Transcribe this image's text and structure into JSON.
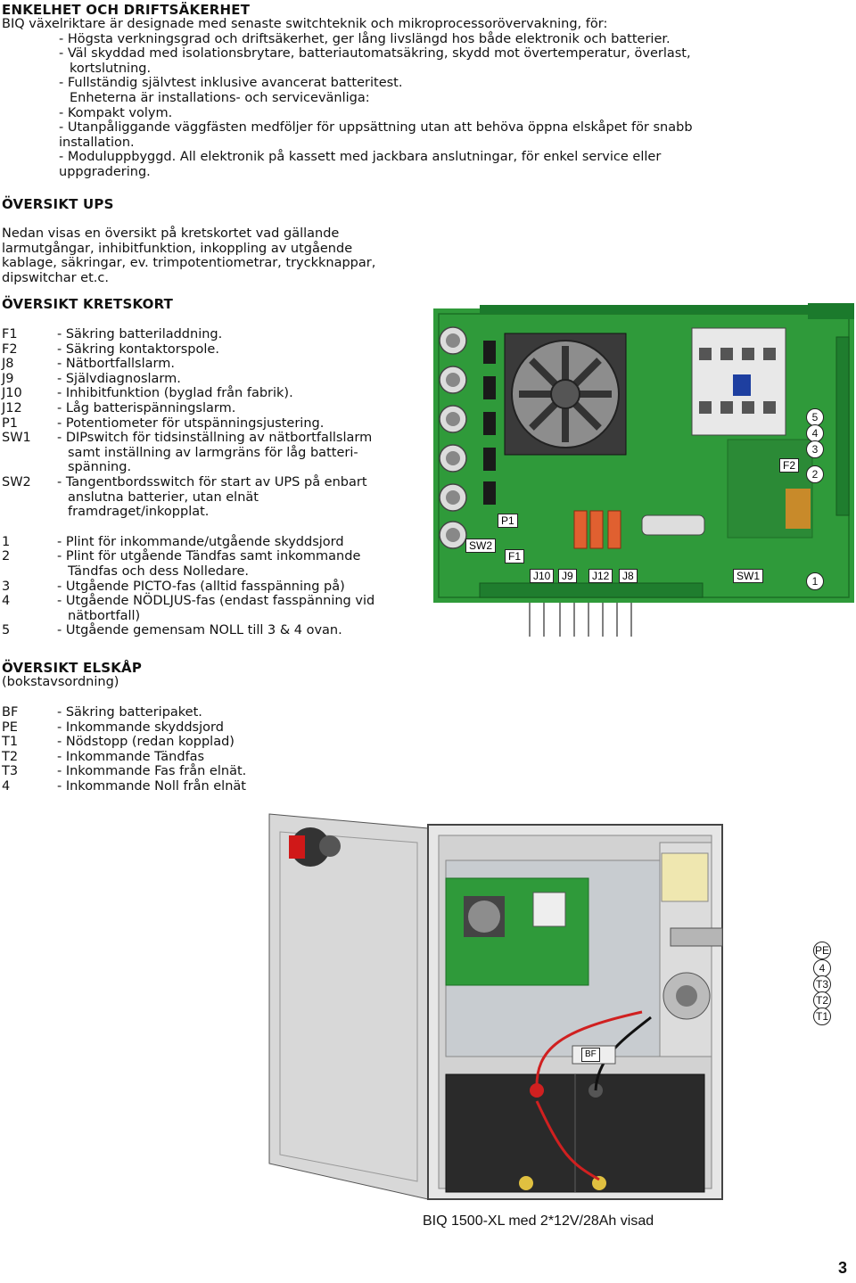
{
  "reliability": {
    "heading": "ENKELHET OCH DRIFTSÄKERHET",
    "lines": [
      "BIQ växelriktare är designade med senaste switchteknik och mikroprocessorövervakning, för:",
      "- Högsta verkningsgrad och driftsäkerhet, ger lång livslängd hos både elektronik och batterier.",
      "- Väl skyddad med isolationsbrytare, batteriautomatsäkring, skydd mot övertemperatur, överlast,",
      "kortslutning.",
      "- Fullständig självtest inklusive avancerat batteritest.",
      "Enheterna är installations- och servicevänliga:",
      "- Kompakt volym.",
      "- Utanpåliggande väggfästen medföljer för uppsättning utan att behöva öppna elskåpet för snabb",
      "installation.",
      "- Moduluppbyggd. All elektronik på kassett med jackbara anslutningar, för enkel service eller",
      "uppgradering."
    ]
  },
  "ups": {
    "heading": "ÖVERSIKT UPS",
    "lines": [
      "Nedan visas en översikt på kretskortet vad gällande",
      "larmutgångar, inhibitfunktion, inkoppling av utgående",
      "kablage, säkringar, ev. trimpotentiometrar, tryckknappar,",
      "dipswitchar et.c."
    ]
  },
  "board": {
    "heading": "ÖVERSIKT KRETSKORT",
    "items": [
      {
        "key": "F1",
        "lines": [
          "- Säkring batteriladdning."
        ]
      },
      {
        "key": "F2",
        "lines": [
          "- Säkring kontaktorspole."
        ]
      },
      {
        "key": "J8",
        "lines": [
          "- Nätbortfallslarm."
        ]
      },
      {
        "key": "J9",
        "lines": [
          "- Självdiagnoslarm."
        ]
      },
      {
        "key": "J10",
        "lines": [
          "- Inhibitfunktion (byglad från fabrik)."
        ]
      },
      {
        "key": "J12",
        "lines": [
          "- Låg batterispänningslarm."
        ]
      },
      {
        "key": "P1",
        "lines": [
          "- Potentiometer för utspänningsjustering."
        ]
      },
      {
        "key": "SW1",
        "lines": [
          "- DIPswitch för tidsinställning av nätbortfallslarm",
          "samt inställning av larmgräns för låg batteri-",
          "spänning."
        ]
      },
      {
        "key": "SW2",
        "lines": [
          "- Tangentbordsswitch för start av UPS på enbart",
          "anslutna batterier, utan elnät",
          "framdraget/inkopplat."
        ]
      }
    ],
    "terminals": [
      {
        "key": "1",
        "lines": [
          "- Plint för inkommande/utgående skyddsjord"
        ]
      },
      {
        "key": "2",
        "lines": [
          "- Plint för utgående Tändfas samt inkommande",
          "Tändfas och dess Nolledare."
        ]
      },
      {
        "key": "3",
        "lines": [
          "- Utgående PICTO-fas (alltid fasspänning på)"
        ]
      },
      {
        "key": "4",
        "lines": [
          "- Utgående NÖDLJUS-fas (endast fasspänning vid",
          "nätbortfall)"
        ]
      },
      {
        "key": "5",
        "lines": [
          "- Utgående gemensam NOLL till 3 & 4 ovan."
        ]
      }
    ]
  },
  "cabinet": {
    "heading": "ÖVERSIKT ELSKÅP",
    "subheading": "(bokstavsordning)",
    "items": [
      {
        "key": "BF",
        "lines": [
          "- Säkring batteripaket."
        ]
      },
      {
        "key": "PE",
        "lines": [
          "- Inkommande skyddsjord"
        ]
      },
      {
        "key": "T1",
        "lines": [
          "- Nödstopp (redan kopplad)"
        ]
      },
      {
        "key": "T2",
        "lines": [
          "- Inkommande Tändfas"
        ]
      },
      {
        "key": "T3",
        "lines": [
          "- Inkommande Fas från elnät."
        ]
      },
      {
        "key": "4",
        "lines": [
          "- Inkommande Noll från elnät"
        ]
      }
    ]
  },
  "pcb_labels": {
    "p1": "P1",
    "sw2": "SW2",
    "f1": "F1",
    "j10": "J10",
    "j9": "J9",
    "j12": "J12",
    "j8": "J8",
    "sw1": "SW1",
    "f2": "F2",
    "n5": "5",
    "n4": "4",
    "n3": "3",
    "n2": "2",
    "n1": "1"
  },
  "cabinet_labels": {
    "pe": "PE",
    "n4": "4",
    "t3": "T3",
    "t2": "T2",
    "t1": "T1",
    "bf": "BF"
  },
  "caption": "BIQ 1500-XL med 2*12V/28Ah visad",
  "page_number": "3"
}
